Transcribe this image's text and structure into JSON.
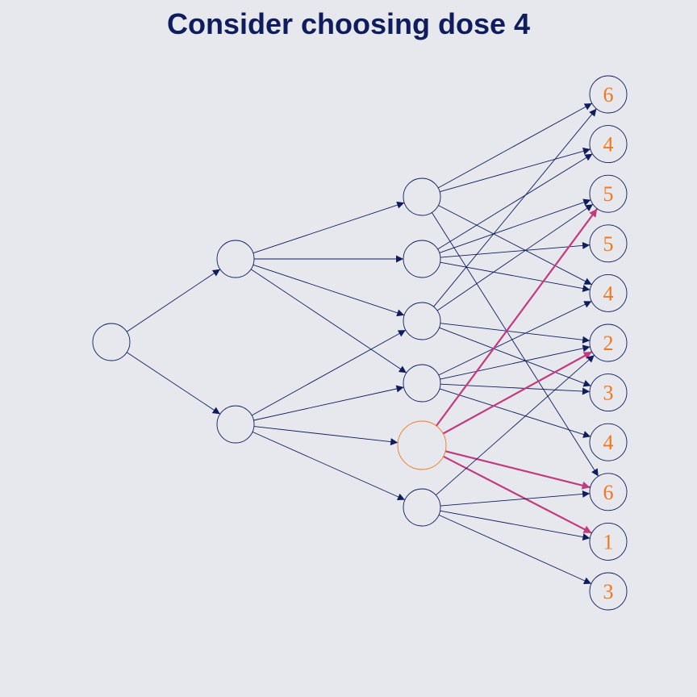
{
  "title": "Consider choosing dose 4",
  "colors": {
    "background": "#e7e8ee",
    "navy": "#0f1d5c",
    "orange": "#f07820",
    "magenta": "#c23b7f"
  },
  "outcomes": [
    {
      "id": "o1",
      "label": "6"
    },
    {
      "id": "o2",
      "label": "4"
    },
    {
      "id": "o3",
      "label": "5"
    },
    {
      "id": "o4",
      "label": "5"
    },
    {
      "id": "o5",
      "label": "4"
    },
    {
      "id": "o6",
      "label": "2"
    },
    {
      "id": "o7",
      "label": "3"
    },
    {
      "id": "o8",
      "label": "4"
    },
    {
      "id": "o9",
      "label": "6"
    },
    {
      "id": "o10",
      "label": "1"
    },
    {
      "id": "o11",
      "label": "3"
    }
  ],
  "internal_nodes": [
    {
      "id": "root",
      "highlight": false
    },
    {
      "id": "a1",
      "highlight": false
    },
    {
      "id": "a2",
      "highlight": false
    },
    {
      "id": "b1",
      "highlight": false
    },
    {
      "id": "b2",
      "highlight": false
    },
    {
      "id": "b3",
      "highlight": false
    },
    {
      "id": "b4",
      "highlight": false
    },
    {
      "id": "b5",
      "highlight": true
    },
    {
      "id": "b6",
      "highlight": false
    }
  ],
  "edges": [
    {
      "from": "root",
      "to": "a1",
      "highlight": false
    },
    {
      "from": "root",
      "to": "a2",
      "highlight": false
    },
    {
      "from": "a1",
      "to": "b1",
      "highlight": false
    },
    {
      "from": "a1",
      "to": "b2",
      "highlight": false
    },
    {
      "from": "a1",
      "to": "b3",
      "highlight": false
    },
    {
      "from": "a1",
      "to": "b4",
      "highlight": false
    },
    {
      "from": "a2",
      "to": "b3",
      "highlight": false
    },
    {
      "from": "a2",
      "to": "b4",
      "highlight": false
    },
    {
      "from": "a2",
      "to": "b5",
      "highlight": false
    },
    {
      "from": "a2",
      "to": "b6",
      "highlight": false
    },
    {
      "from": "b1",
      "to": "o1",
      "highlight": false
    },
    {
      "from": "b1",
      "to": "o2",
      "highlight": false
    },
    {
      "from": "b1",
      "to": "o5",
      "highlight": false
    },
    {
      "from": "b1",
      "to": "o9",
      "highlight": false
    },
    {
      "from": "b2",
      "to": "o2",
      "highlight": false
    },
    {
      "from": "b2",
      "to": "o3",
      "highlight": false
    },
    {
      "from": "b2",
      "to": "o4",
      "highlight": false
    },
    {
      "from": "b2",
      "to": "o5",
      "highlight": false
    },
    {
      "from": "b3",
      "to": "o1",
      "highlight": false
    },
    {
      "from": "b3",
      "to": "o3",
      "highlight": false
    },
    {
      "from": "b3",
      "to": "o6",
      "highlight": false
    },
    {
      "from": "b3",
      "to": "o7",
      "highlight": false
    },
    {
      "from": "b4",
      "to": "o5",
      "highlight": false
    },
    {
      "from": "b4",
      "to": "o6",
      "highlight": false
    },
    {
      "from": "b4",
      "to": "o7",
      "highlight": false
    },
    {
      "from": "b4",
      "to": "o8",
      "highlight": false
    },
    {
      "from": "b5",
      "to": "o3",
      "highlight": true
    },
    {
      "from": "b5",
      "to": "o6",
      "highlight": true
    },
    {
      "from": "b5",
      "to": "o9",
      "highlight": true
    },
    {
      "from": "b5",
      "to": "o10",
      "highlight": true
    },
    {
      "from": "b6",
      "to": "o6",
      "highlight": false
    },
    {
      "from": "b6",
      "to": "o9",
      "highlight": false
    },
    {
      "from": "b6",
      "to": "o10",
      "highlight": false
    },
    {
      "from": "b6",
      "to": "o11",
      "highlight": false
    }
  ]
}
